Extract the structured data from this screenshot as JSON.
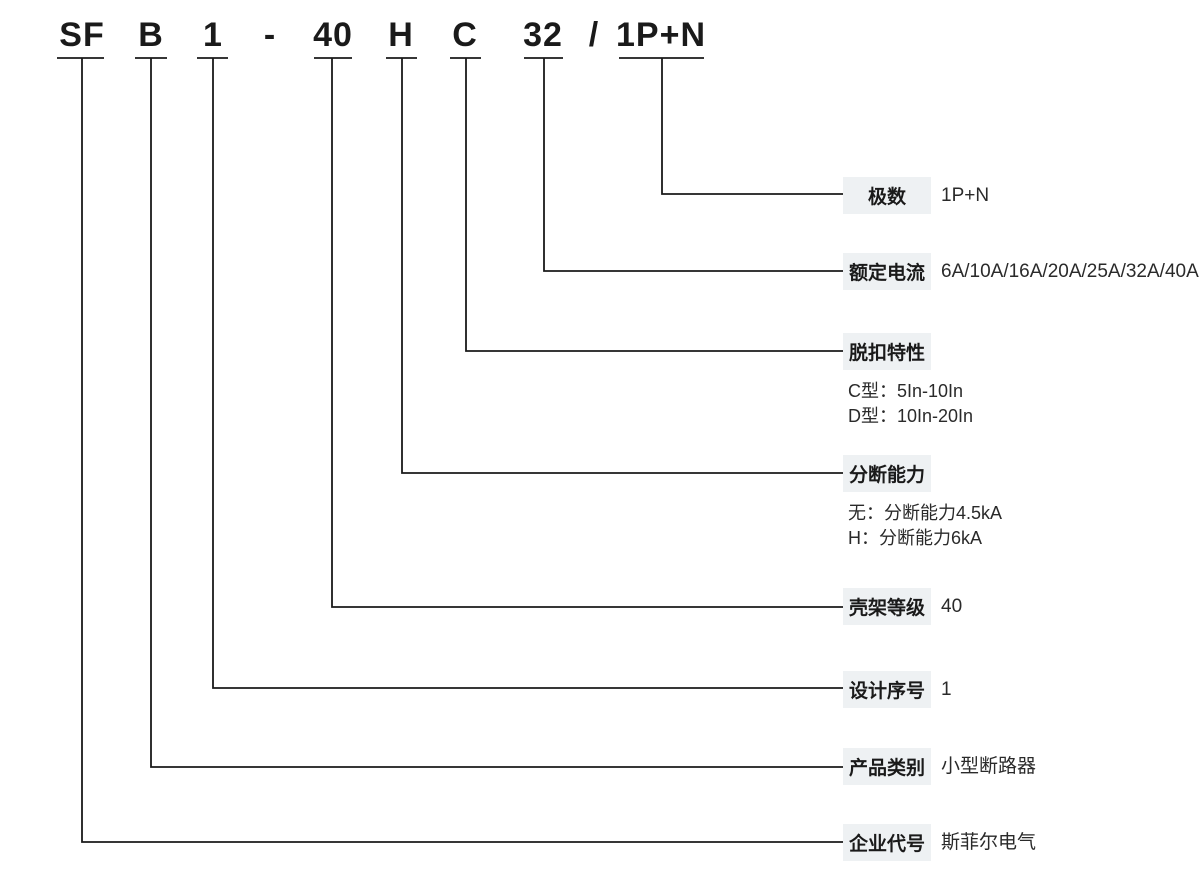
{
  "model_code": {
    "parts": [
      "SF",
      "B",
      "1",
      "-",
      "40",
      "H",
      "C",
      "32",
      "/",
      "1P+N"
    ]
  },
  "rows": [
    {
      "label": "极数",
      "value": "1P+N"
    },
    {
      "label": "额定电流",
      "value": "6A/10A/16A/20A/25A/32A/40A"
    },
    {
      "label": "脱扣特性",
      "value": "",
      "notes": [
        "C型：5In-10In",
        "D型：10In-20In"
      ]
    },
    {
      "label": "分断能力",
      "value": "",
      "notes": [
        "无：分断能力4.5kA",
        "H：分断能力6kA"
      ]
    },
    {
      "label": "壳架等级",
      "value": "40"
    },
    {
      "label": "设计序号",
      "value": "1"
    },
    {
      "label": "产品类别",
      "value": "小型断路器"
    },
    {
      "label": "企业代号",
      "value": "斯菲尔电气"
    }
  ],
  "colors": {
    "line": "#1a1a1a",
    "label_box_bg": "#eef1f3",
    "text": "#1a1a1a"
  }
}
